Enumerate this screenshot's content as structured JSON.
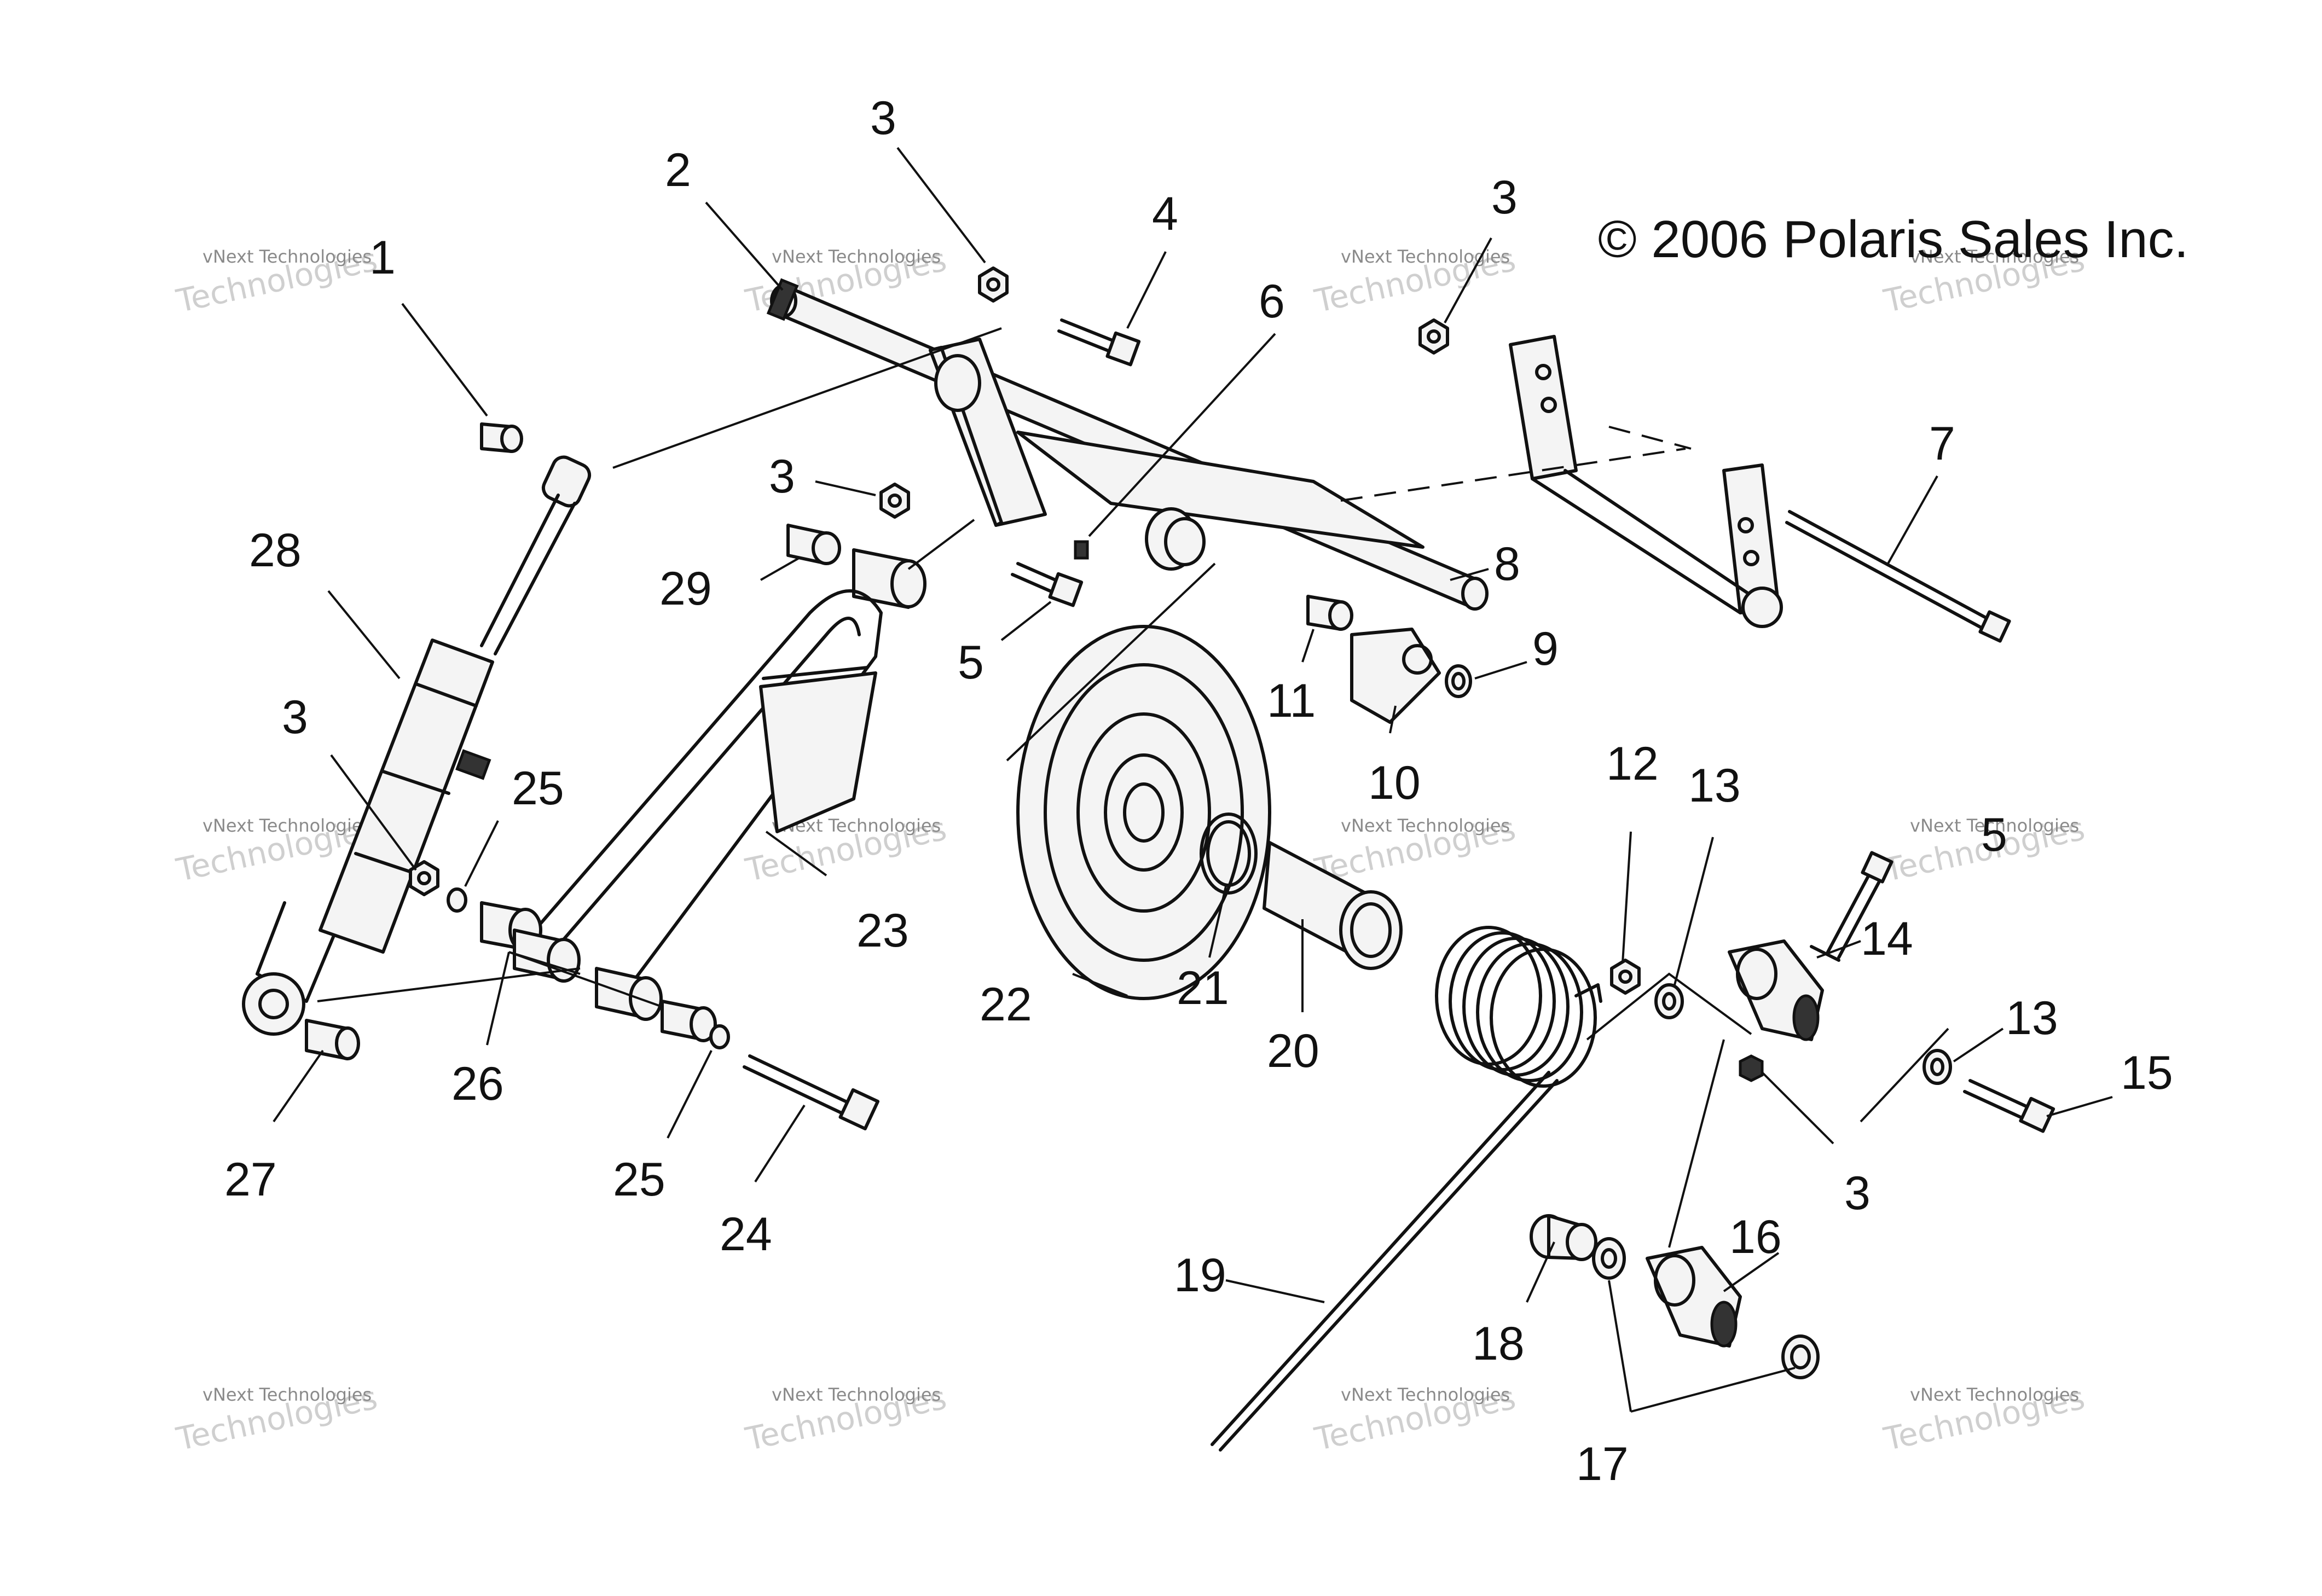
{
  "copyright": "© 2006 Polaris Sales Inc.",
  "watermark": {
    "line1": "vNext Technologies",
    "line2": "Technologies"
  },
  "labels": [
    "1",
    "2",
    "3",
    "3",
    "3",
    "3",
    "3",
    "4",
    "5",
    "5",
    "6",
    "7",
    "8",
    "9",
    "10",
    "11",
    "12",
    "13",
    "13",
    "14",
    "15",
    "16",
    "17",
    "18",
    "19",
    "20",
    "21",
    "22",
    "23",
    "24",
    "25",
    "25",
    "26",
    "27",
    "28",
    "29"
  ]
}
